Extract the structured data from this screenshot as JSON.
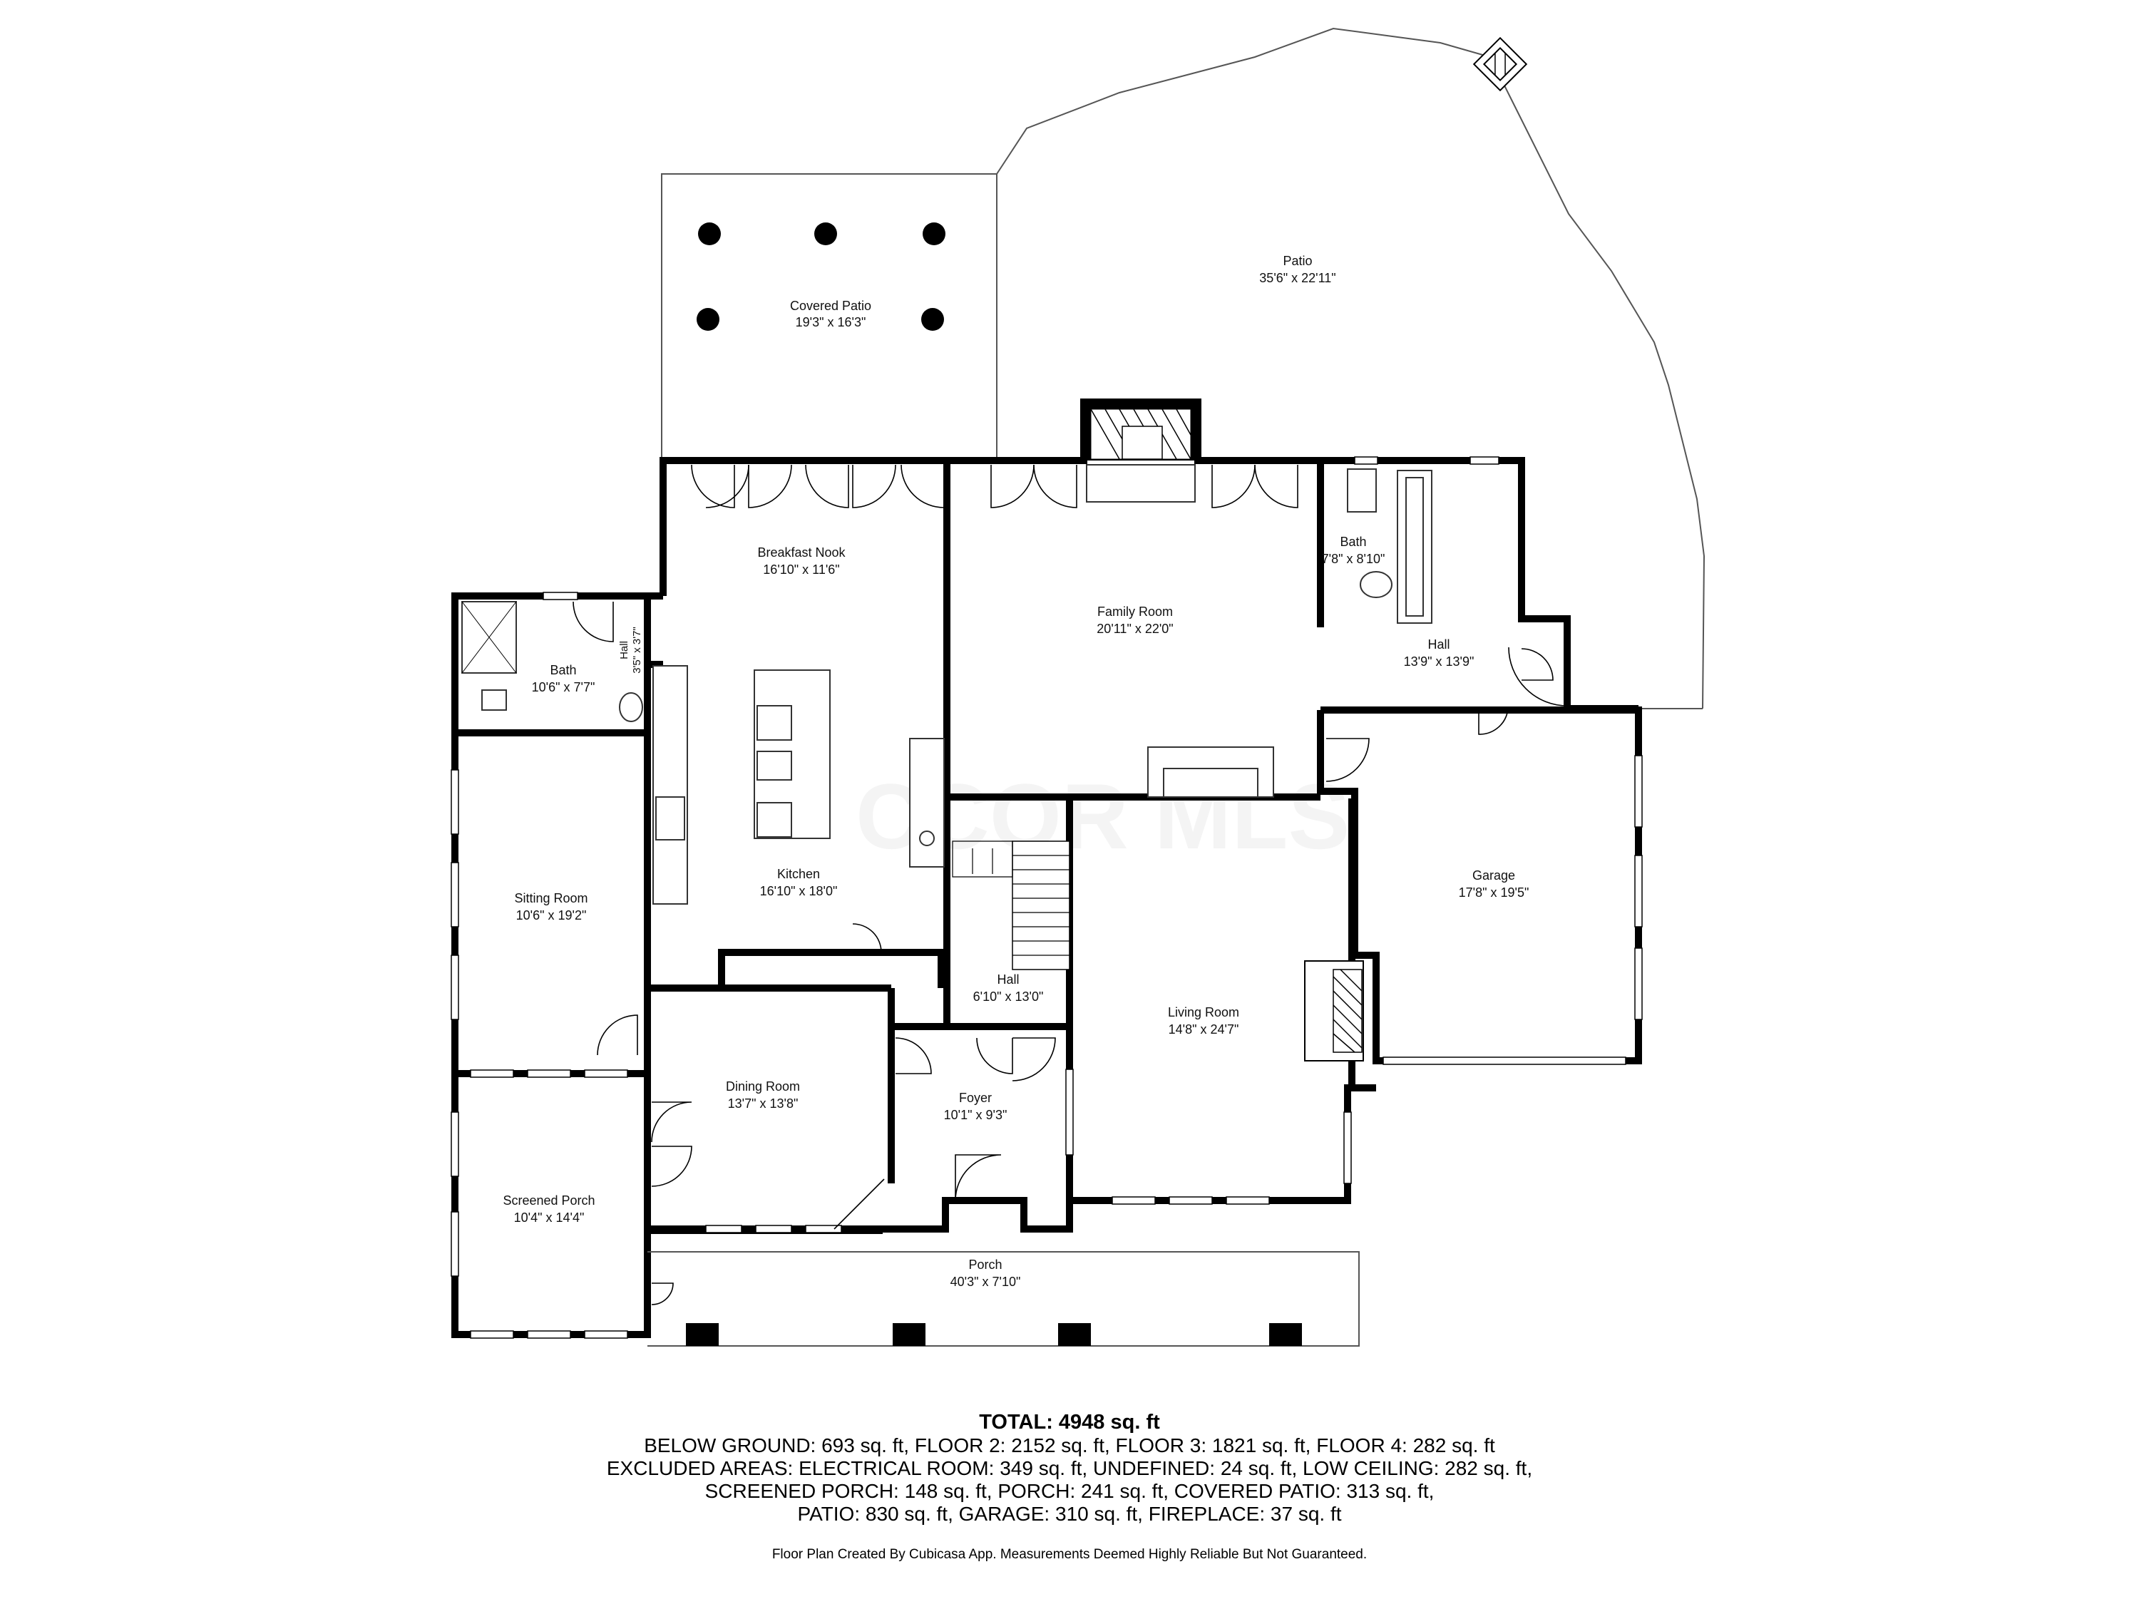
{
  "rooms": [
    {
      "id": "covered_patio",
      "name": "Covered Patio",
      "dims": "19'3\" x 16'3\""
    },
    {
      "id": "patio",
      "name": "Patio",
      "dims": "35'6\" x 22'11\""
    },
    {
      "id": "breakfast_nook",
      "name": "Breakfast Nook",
      "dims": "16'10\" x 11'6\""
    },
    {
      "id": "family_room",
      "name": "Family Room",
      "dims": "20'11\" x 22'0\""
    },
    {
      "id": "bath_upper",
      "name": "Bath",
      "dims": "7'8\" x 8'10\""
    },
    {
      "id": "hall_east",
      "name": "Hall",
      "dims": "13'9\" x 13'9\""
    },
    {
      "id": "bath_west",
      "name": "Bath",
      "dims": "10'6\" x 7'7\""
    },
    {
      "id": "hall_small",
      "name": "Hall",
      "dims": "3'5\" x 3'7\""
    },
    {
      "id": "sitting_room",
      "name": "Sitting Room",
      "dims": "10'6\" x 19'2\""
    },
    {
      "id": "kitchen",
      "name": "Kitchen",
      "dims": "16'10\" x 18'0\""
    },
    {
      "id": "garage",
      "name": "Garage",
      "dims": "17'8\" x 19'5\""
    },
    {
      "id": "hall_center",
      "name": "Hall",
      "dims": "6'10\" x 13'0\""
    },
    {
      "id": "living_room",
      "name": "Living Room",
      "dims": "14'8\" x 24'7\""
    },
    {
      "id": "dining_room",
      "name": "Dining Room",
      "dims": "13'7\" x 13'8\""
    },
    {
      "id": "foyer",
      "name": "Foyer",
      "dims": "10'1\" x 9'3\""
    },
    {
      "id": "screened_porch",
      "name": "Screened Porch",
      "dims": "10'4\" x 14'4\""
    },
    {
      "id": "porch",
      "name": "Porch",
      "dims": "40'3\" x 7'10\""
    }
  ],
  "watermark": "CCOR MLS",
  "summary": {
    "total": "TOTAL: 4948 sq. ft",
    "lines": [
      "BELOW GROUND: 693 sq. ft, FLOOR 2: 2152 sq. ft, FLOOR 3: 1821 sq. ft, FLOOR 4: 282 sq. ft",
      "EXCLUDED AREAS: ELECTRICAL ROOM: 349 sq. ft, UNDEFINED: 24 sq. ft, LOW CEILING: 282 sq. ft,",
      "SCREENED PORCH: 148 sq. ft, PORCH: 241 sq. ft, COVERED PATIO: 313 sq. ft,",
      "PATIO: 830 sq. ft, GARAGE: 310 sq. ft, FIREPLACE: 37 sq. ft"
    ],
    "credit": "Floor Plan Created By Cubicasa App. Measurements Deemed Highly Reliable But Not Guaranteed."
  }
}
